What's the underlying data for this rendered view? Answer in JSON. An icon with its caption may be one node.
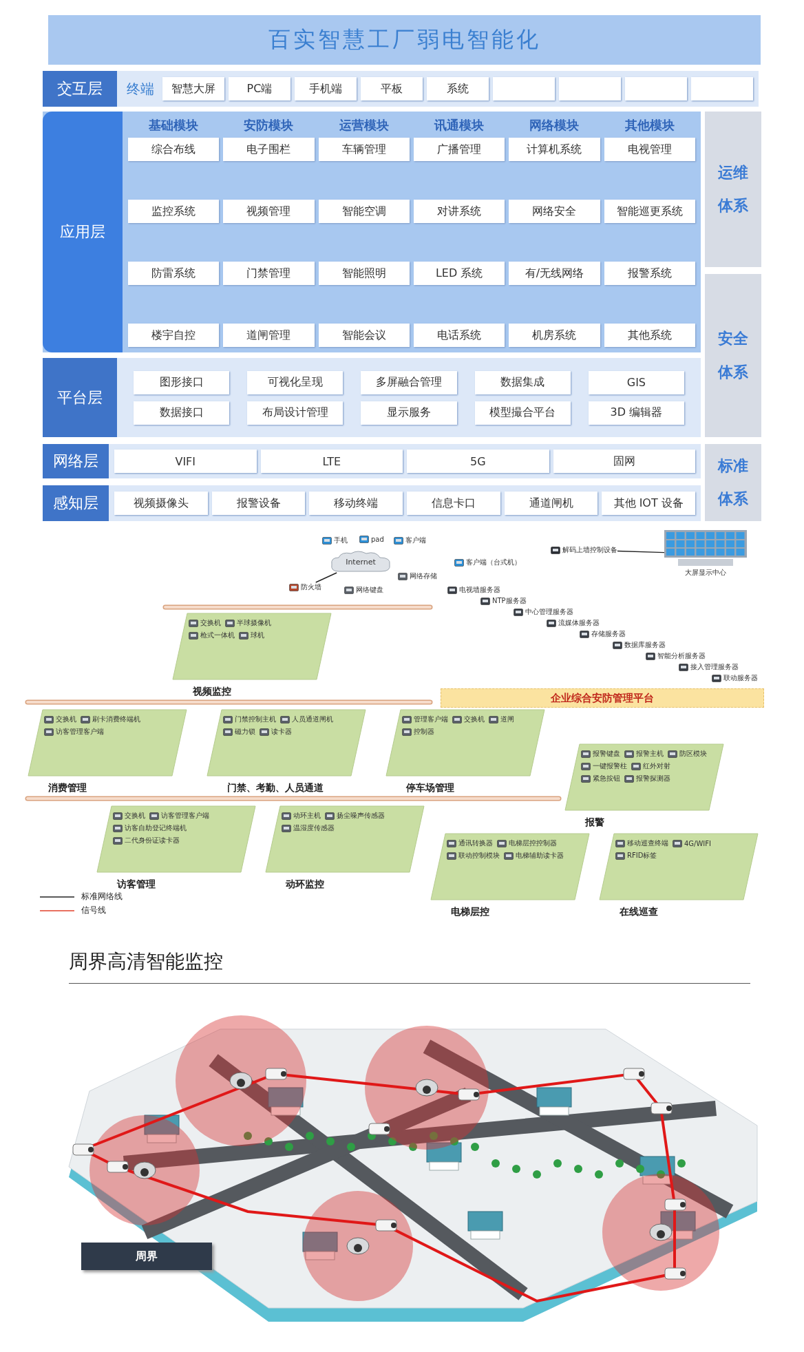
{
  "diagram": {
    "title": "百实智慧工厂弱电智能化",
    "nodes": [
      {
        "text": [
          "交互层",
          "终端"
        ]
      },
      {
        "text": [
          "智慧大屏"
        ],
        "in": 0
      },
      {
        "text": [
          "PC端"
        ],
        "in": 0
      },
      {
        "text": [
          "手机端"
        ],
        "in": 0
      },
      {
        "text": [
          "平板"
        ],
        "in": 0
      },
      {
        "text": [
          "系统"
        ],
        "in": 0
      },
      {
        "text": [],
        "shape": "box",
        "in": 0
      },
      {
        "text": [],
        "shape": "box",
        "in": 0
      },
      {
        "text": [],
        "shape": "box",
        "in": 0
      },
      {
        "text": [],
        "shape": "box",
        "in": 0
      },
      {
        "text": [
          "应用层"
        ]
      },
      {
        "text": [
          "基础模块"
        ],
        "in": 10
      },
      {
        "text": [
          "综合布线"
        ],
        "in": 11
      },
      {
        "text": [
          "监控系统"
        ],
        "in": 11
      },
      {
        "text": [
          "防雷系统"
        ],
        "in": 11
      },
      {
        "text": [
          "楼宇自控"
        ],
        "in": 11
      },
      {
        "text": [
          "安防模块"
        ],
        "in": 10
      },
      {
        "text": [
          "电子围栏"
        ],
        "in": 16
      },
      {
        "text": [
          "视频管理"
        ],
        "in": 16
      },
      {
        "text": [
          "门禁管理"
        ],
        "in": 16
      },
      {
        "text": [
          "道闸管理"
        ],
        "in": 16
      },
      {
        "text": [
          "运营模块"
        ],
        "in": 10
      },
      {
        "text": [
          "车辆管理"
        ],
        "in": 21
      },
      {
        "text": [
          "智能空调"
        ],
        "in": 21
      },
      {
        "text": [
          "智能照明"
        ],
        "in": 21
      },
      {
        "text": [
          "智能会议"
        ],
        "in": 21
      },
      {
        "text": [
          "讯通模块"
        ],
        "in": 10
      },
      {
        "text": [
          "广播管理"
        ],
        "in": 26
      },
      {
        "text": [
          "对讲系统"
        ],
        "in": 26
      },
      {
        "text": [
          "LED 系统"
        ],
        "in": 26
      },
      {
        "text": [
          "电话系统"
        ],
        "in": 26
      },
      {
        "text": [
          "网络模块"
        ],
        "in": 10
      },
      {
        "text": [
          "计算机系统"
        ],
        "in": 31
      },
      {
        "text": [
          "网络安全"
        ],
        "in": 31
      },
      {
        "text": [
          "有/无线网络"
        ],
        "in": 31
      },
      {
        "text": [
          "机房系统"
        ],
        "in": 31
      },
      {
        "text": [
          "其他模块"
        ],
        "in": 10
      },
      {
        "text": [
          "电视管理"
        ],
        "in": 36
      },
      {
        "text": [
          "智能巡更系统"
        ],
        "in": 36
      },
      {
        "text": [
          "报警系统"
        ],
        "in": 36
      },
      {
        "text": [
          "其他系统"
        ],
        "in": 36
      },
      {
        "text": [
          "平台层"
        ]
      },
      {
        "text": [
          "图形接口"
        ],
        "in": 41
      },
      {
        "text": [
          "可视化呈现"
        ],
        "in": 41
      },
      {
        "text": [
          "多屏融合管理"
        ],
        "in": 41
      },
      {
        "text": [
          "数据集成"
        ],
        "in": 41
      },
      {
        "text": [
          "GIS"
        ],
        "in": 41
      },
      {
        "text": [
          "数据接口"
        ],
        "in": 41
      },
      {
        "text": [
          "布局设计管理"
        ],
        "in": 41
      },
      {
        "text": [
          "显示服务"
        ],
        "in": 41
      },
      {
        "text": [
          "模型撮合平台"
        ],
        "in": 41
      },
      {
        "text": [
          "3D 编辑器"
        ],
        "in": 41
      },
      {
        "text": [
          "网络层"
        ]
      },
      {
        "text": [
          "VIFI"
        ],
        "in": 52
      },
      {
        "text": [
          "LTE"
        ],
        "in": 52
      },
      {
        "text": [
          "5G"
        ],
        "in": 52
      },
      {
        "text": [
          "固网"
        ],
        "in": 52
      },
      {
        "text": [
          "感知层"
        ]
      },
      {
        "text": [
          "视频摄像头"
        ],
        "in": 57
      },
      {
        "text": [
          "报警设备"
        ],
        "in": 57
      },
      {
        "text": [
          "移动终端"
        ],
        "in": 57
      },
      {
        "text": [
          "信息卡口"
        ],
        "in": 57
      },
      {
        "text": [
          "通道闸机"
        ],
        "in": 57
      },
      {
        "text": [
          "其他 IOT 设备"
        ],
        "in": 57
      },
      {
        "text": [
          "运维体系"
        ]
      },
      {
        "text": [
          "安全体系"
        ]
      },
      {
        "text": [
          "标准体系"
        ]
      },
      {
        "text": [
          "手机"
        ]
      },
      {
        "text": [
          "pad"
        ]
      },
      {
        "text": [
          "客户端"
        ]
      },
      {
        "text": [
          "Internet"
        ]
      },
      {
        "text": [
          "防火墙"
        ]
      },
      {
        "text": [
          "网络键盘"
        ]
      },
      {
        "text": [
          "网络存储"
        ]
      },
      {
        "text": [
          "客户端（台式机）"
        ]
      },
      {
        "text": [
          "解码上墙控制设备"
        ]
      },
      {
        "text": [
          "大屏显示中心"
        ]
      },
      {
        "text": [
          "企业综合安防管理平台"
        ]
      },
      {
        "text": [
          "电视墙服务器"
        ]
      },
      {
        "text": [
          "NTP服务器"
        ]
      },
      {
        "text": [
          "中心管理服务器"
        ]
      },
      {
        "text": [
          "流媒体服务器"
        ]
      },
      {
        "text": [
          "存储服务器"
        ]
      },
      {
        "text": [
          "数据库服务器"
        ]
      },
      {
        "text": [
          "智能分析服务器"
        ]
      },
      {
        "text": [
          "接入管理服务器"
        ]
      },
      {
        "text": [
          "联动服务器"
        ]
      },
      {
        "text": [
          "视频监控"
        ]
      },
      {
        "text": [
          "交换机"
        ],
        "in": 87
      },
      {
        "text": [
          "半球摄像机"
        ],
        "in": 87
      },
      {
        "text": [
          "枪式一体机"
        ],
        "in": 87
      },
      {
        "text": [
          "球机"
        ],
        "in": 87
      },
      {
        "text": [
          "门禁、考勤、人员通道"
        ]
      },
      {
        "text": [
          "门禁控制主机"
        ],
        "in": 92
      },
      {
        "text": [
          "人员通道闸机"
        ],
        "in": 92
      },
      {
        "text": [
          "磁力锁"
        ],
        "in": 92
      },
      {
        "text": [
          "读卡器"
        ],
        "in": 92
      },
      {
        "text": [
          "停车场管理"
        ]
      },
      {
        "text": [
          "管理客户端"
        ],
        "in": 97
      },
      {
        "text": [
          "交换机"
        ],
        "in": 97
      },
      {
        "text": [
          "道闸"
        ],
        "in": 97
      },
      {
        "text": [
          "控制器"
        ],
        "in": 97
      },
      {
        "text": [
          "消费管理"
        ]
      },
      {
        "text": [
          "交换机"
        ],
        "in": 102
      },
      {
        "text": [
          "刷卡消费终端机"
        ],
        "in": 102
      },
      {
        "text": [
          "访客管理客户端"
        ],
        "in": 102
      },
      {
        "text": [
          "访客管理"
        ]
      },
      {
        "text": [
          "交换机"
        ],
        "in": 106
      },
      {
        "text": [
          "访客管理客户端"
        ],
        "in": 106
      },
      {
        "text": [
          "访客自助登记终端机"
        ],
        "in": 106
      },
      {
        "text": [
          "二代身份证读卡器"
        ],
        "in": 106
      },
      {
        "text": [
          "报警"
        ]
      },
      {
        "text": [
          "报警键盘"
        ],
        "in": 111
      },
      {
        "text": [
          "报警主机"
        ],
        "in": 111
      },
      {
        "text": [
          "防区模块"
        ],
        "in": 111
      },
      {
        "text": [
          "一键报警柱"
        ],
        "in": 111
      },
      {
        "text": [
          "红外对射"
        ],
        "in": 111
      },
      {
        "text": [
          "紧急按钮"
        ],
        "in": 111
      },
      {
        "text": [
          "报警探测器"
        ],
        "in": 111
      },
      {
        "text": [
          "动环监控"
        ]
      },
      {
        "text": [
          "动环主机"
        ],
        "in": 119
      },
      {
        "text": [
          "扬尘噪声传感器"
        ],
        "in": 119
      },
      {
        "text": [
          "温湿度传感器"
        ],
        "in": 119
      },
      {
        "text": [
          "电梯层控"
        ]
      },
      {
        "text": [
          "通讯转换器"
        ],
        "in": 123
      },
      {
        "text": [
          "电梯层控控制器"
        ],
        "in": 123
      },
      {
        "text": [
          "联动控制模块"
        ],
        "in": 123
      },
      {
        "text": [
          "电梯辅助读卡器"
        ],
        "in": 123
      },
      {
        "text": [
          "在线巡查"
        ]
      },
      {
        "text": [
          "移动巡查终端"
        ],
        "in": 128
      },
      {
        "text": [
          "4G/WIFI"
        ],
        "in": 128
      },
      {
        "text": [
          "RFID标签"
        ],
        "in": 128
      }
    ],
    "edges": [
      {
        "from": 70,
        "to": 71,
        "arrow": "none"
      },
      {
        "from": 75,
        "to": 76,
        "arrow": "none"
      }
    ],
    "labels": [
      "周界高清智能监控",
      "周界"
    ],
    "legend": [
      {
        "text": "标准网络线"
      },
      {
        "text": "信号线"
      }
    ]
  }
}
